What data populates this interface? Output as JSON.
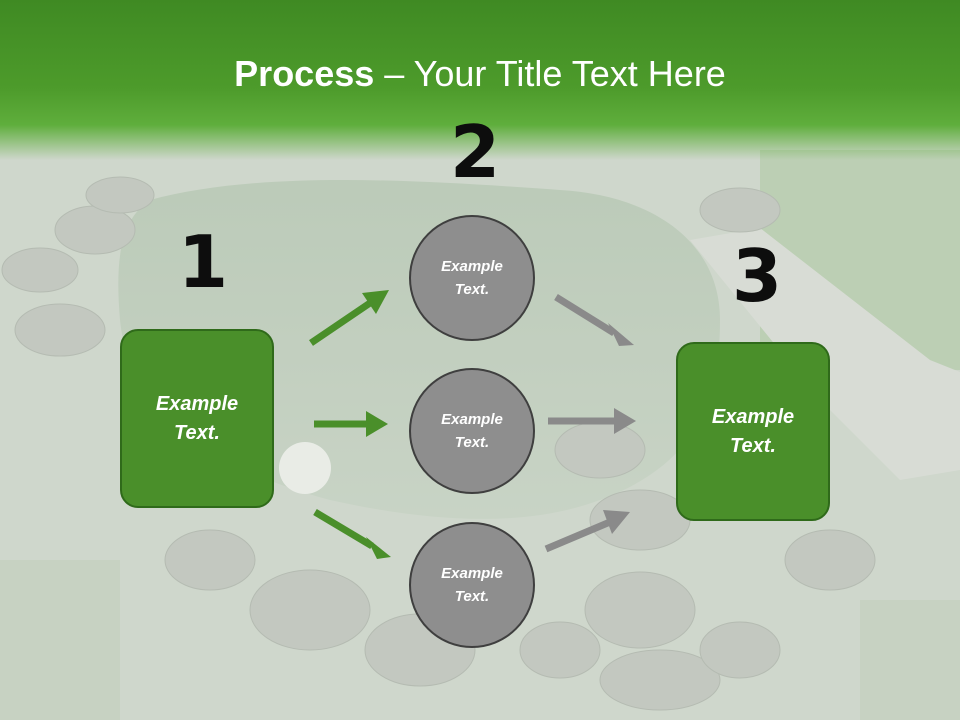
{
  "title": {
    "bold": "Process",
    "rest": " – Your Title Text Here"
  },
  "numbers": {
    "one": "1",
    "two": "2",
    "three": "3"
  },
  "left_box": {
    "text": "Example\nText."
  },
  "right_box": {
    "text": "Example\nText."
  },
  "circles": [
    {
      "text": "Example\nText."
    },
    {
      "text": "Example\nText."
    },
    {
      "text": "Example\nText."
    }
  ],
  "colors": {
    "green": "#4a8f2a",
    "gray": "#8e8e8e",
    "green_arrow": "#4a8f2a",
    "gray_arrow": "#8a8a8a"
  }
}
